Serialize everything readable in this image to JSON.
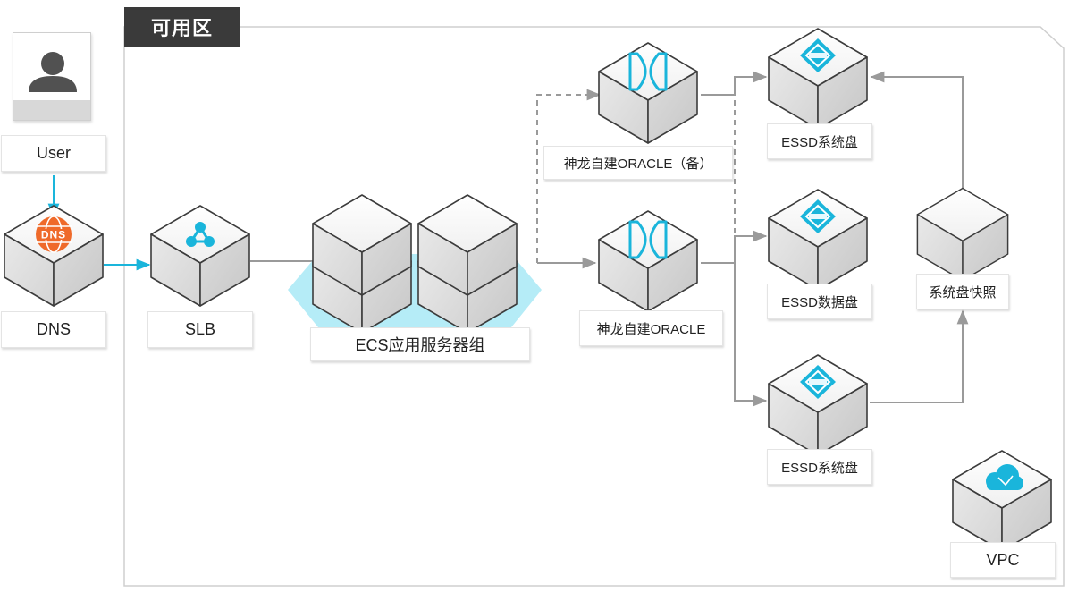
{
  "zone": {
    "title": "可用区"
  },
  "nodes": {
    "user": "User",
    "dns": "DNS",
    "dns_icon_text": "DNS",
    "slb": "SLB",
    "ecs_group": "ECS应用服务器组",
    "oracle_standby": "神龙自建ORACLE（备）",
    "oracle_primary": "神龙自建ORACLE",
    "essd_system_top": "ESSD系统盘",
    "essd_data": "ESSD数据盘",
    "essd_system_bottom": "ESSD系统盘",
    "snapshot": "系统盘快照",
    "vpc": "VPC"
  },
  "icons": {
    "user": "user-avatar-icon",
    "dns": "dns-globe-icon",
    "slb": "load-balancer-icon",
    "oracle": "oracle-database-icon",
    "essd": "cloud-disk-icon",
    "vpc": "cloud-icon"
  },
  "colors": {
    "accent": "#1ab5db",
    "dns_orange": "#ef6a2a",
    "connector_gray": "#9a9a9a",
    "zone_tag_bg": "#3a3a3a",
    "ecs_highlight": "#b5ecf7"
  }
}
